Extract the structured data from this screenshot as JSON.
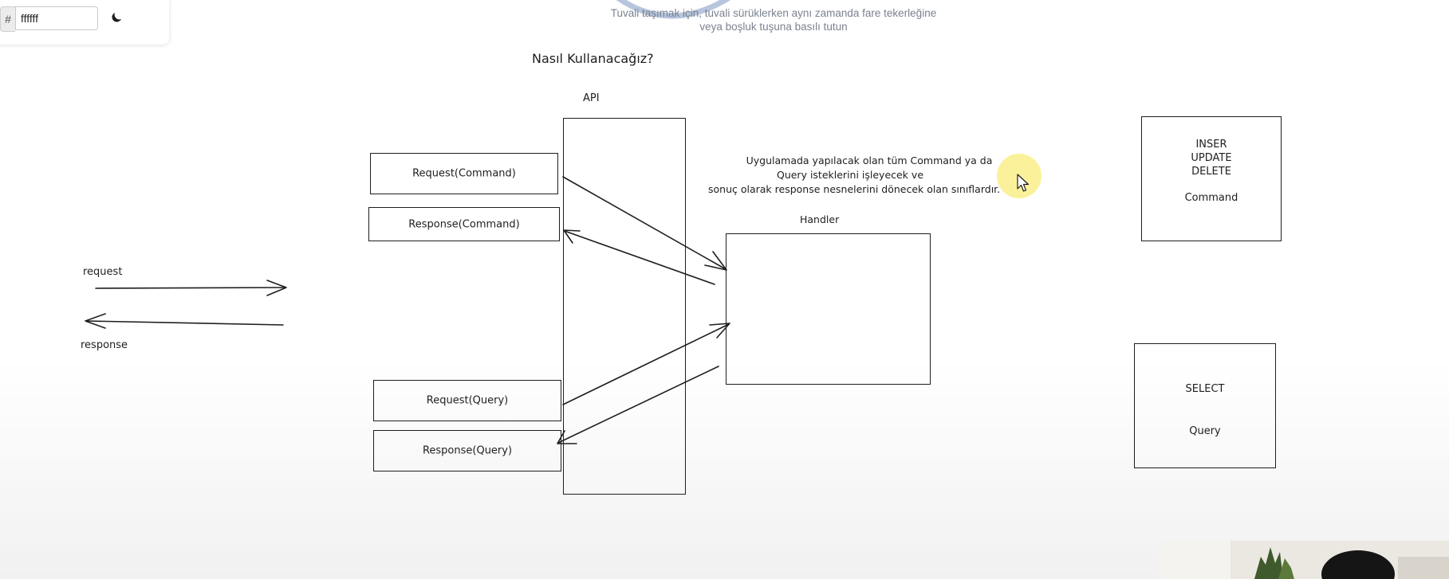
{
  "toolbar": {
    "hash_symbol": "#",
    "color_value": "ffffff",
    "theme_toggle_icon": "moon-icon"
  },
  "hint": {
    "line1": "Tuvali taşımak için, tuvali sürüklerken aynı zamanda fare tekerleğine",
    "line2": "veya boşluk tuşuna basılı tutun"
  },
  "canvas": {
    "background_color": "#ffffff",
    "stroke_color": "#1e1e1e",
    "title": "Nasıl Kullanacağız?",
    "api_label": "API",
    "handler_label": "Handler",
    "description": {
      "line1": "Uygulamada yapılacak olan tüm Command ya da",
      "line2": "Query isteklerini işleyecek ve",
      "line3": "sonuç olarak response nesnelerini dönecek olan sınıflardır."
    },
    "request_label": "request",
    "response_label": "response",
    "boxes": {
      "request_command": "Request(Command)",
      "response_command": "Response(Command)",
      "request_query": "Request(Query)",
      "response_query": "Response(Query)"
    },
    "command_box": {
      "line1": "INSER",
      "line2": "UPDATE",
      "line3": "DELETE",
      "line4": "Command"
    },
    "query_box": {
      "line1": "SELECT",
      "line2": "Query"
    }
  }
}
